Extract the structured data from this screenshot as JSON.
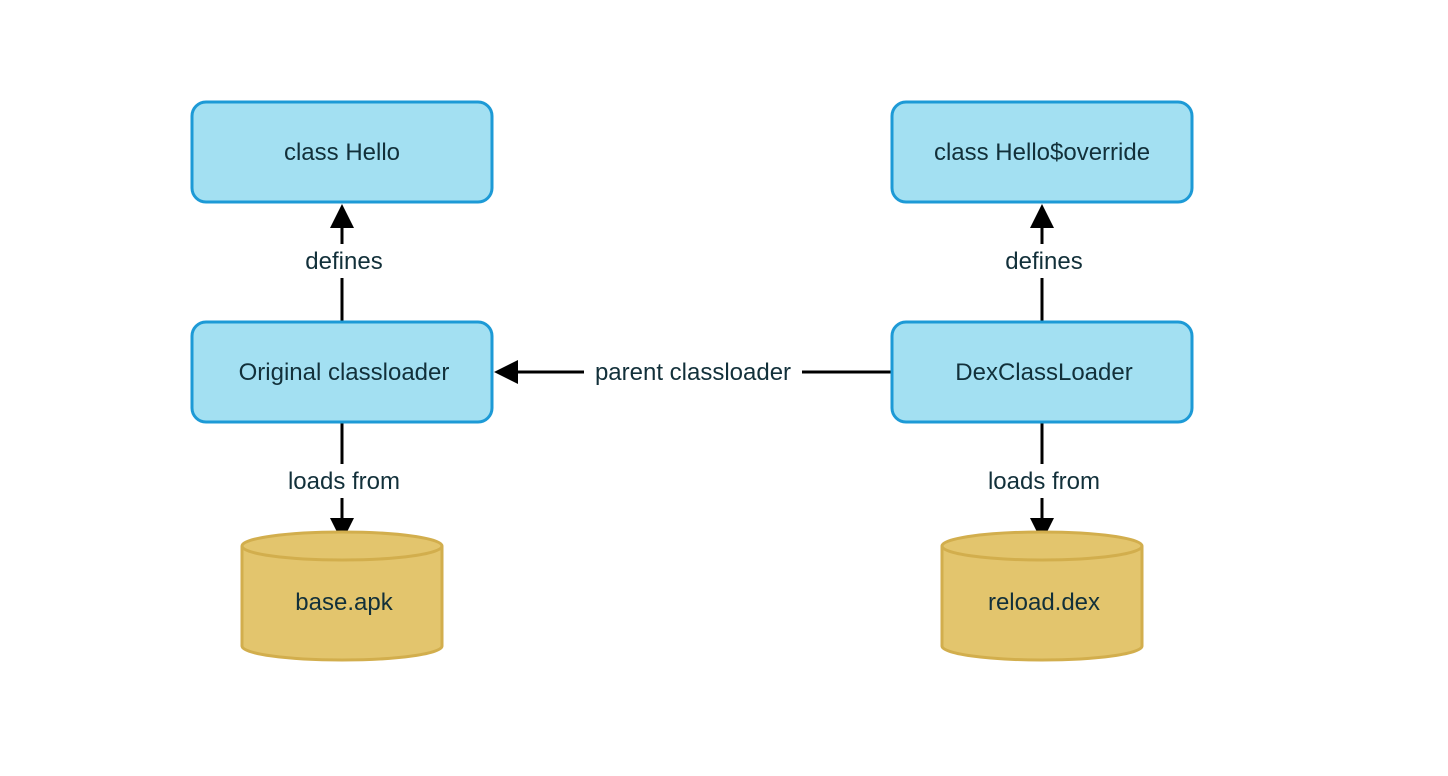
{
  "nodes": {
    "class_hello": {
      "label": "class Hello"
    },
    "class_hello_override": {
      "label": "class Hello$override"
    },
    "original_classloader": {
      "label": "Original classloader"
    },
    "dex_classloader": {
      "label": "DexClassLoader"
    },
    "base_apk": {
      "label": "base.apk"
    },
    "reload_dex": {
      "label": "reload.dex"
    }
  },
  "edges": {
    "original_defines": {
      "label": "defines"
    },
    "dex_defines": {
      "label": "defines"
    },
    "parent": {
      "label": "parent classloader"
    },
    "original_loads": {
      "label": "loads from"
    },
    "dex_loads": {
      "label": "loads from"
    }
  },
  "colors": {
    "class_box_fill": "#a3e0f2",
    "class_box_stroke": "#1d9ad6",
    "storage_fill": "#e3c56d",
    "storage_stroke": "#d2ae4d",
    "edge": "#000000",
    "text": "#12303a"
  }
}
